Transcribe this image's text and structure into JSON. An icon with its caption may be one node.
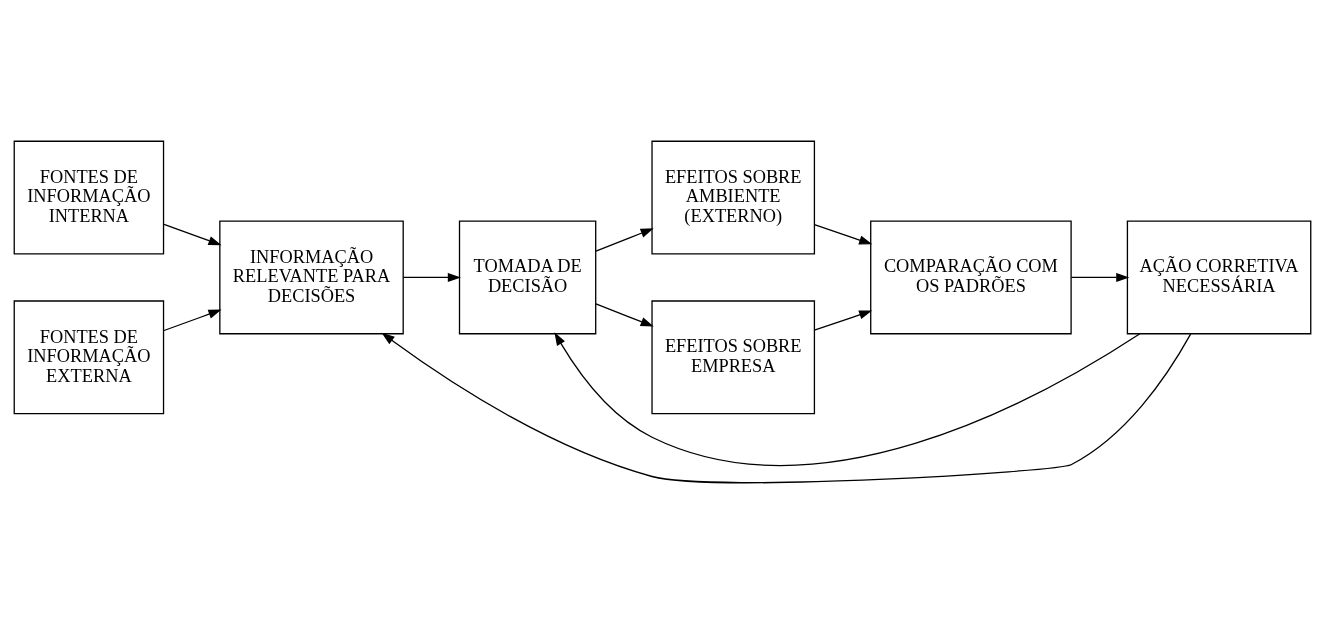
{
  "diagram": {
    "nodes": [
      {
        "text": [
          "FONTES DE INFORMAÇÃO INTERNA"
        ]
      },
      {
        "text": [
          "FONTES DE INFORMAÇÃO EXTERNA"
        ]
      },
      {
        "text": [
          "INFORMAÇÃO RELEVANTE PARA DECISÕES"
        ]
      },
      {
        "text": [
          "TOMADA DE DECISÃO"
        ]
      },
      {
        "text": [
          "EFEITOS SOBRE AMBIENTE (EXTERNO)"
        ]
      },
      {
        "text": [
          "EFEITOS SOBRE EMPRESA"
        ]
      },
      {
        "text": [
          "COMPARAÇÃO COM OS PADRÕES"
        ]
      },
      {
        "text": [
          "AÇÃO CORRETIVA NECESSÁRIA"
        ]
      }
    ],
    "edges": [
      {
        "from": 0,
        "to": 2,
        "arrow": "to"
      },
      {
        "from": 1,
        "to": 2,
        "arrow": "to"
      },
      {
        "from": 2,
        "to": 3,
        "arrow": "to"
      },
      {
        "from": 3,
        "to": 4,
        "arrow": "to"
      },
      {
        "from": 3,
        "to": 5,
        "arrow": "to"
      },
      {
        "from": 4,
        "to": 6,
        "arrow": "to"
      },
      {
        "from": 5,
        "to": 6,
        "arrow": "to"
      },
      {
        "from": 6,
        "to": 7,
        "arrow": "to"
      },
      {
        "from": 7,
        "to": 2,
        "arrow": "to"
      },
      {
        "from": 7,
        "to": 3,
        "arrow": "to"
      }
    ]
  }
}
